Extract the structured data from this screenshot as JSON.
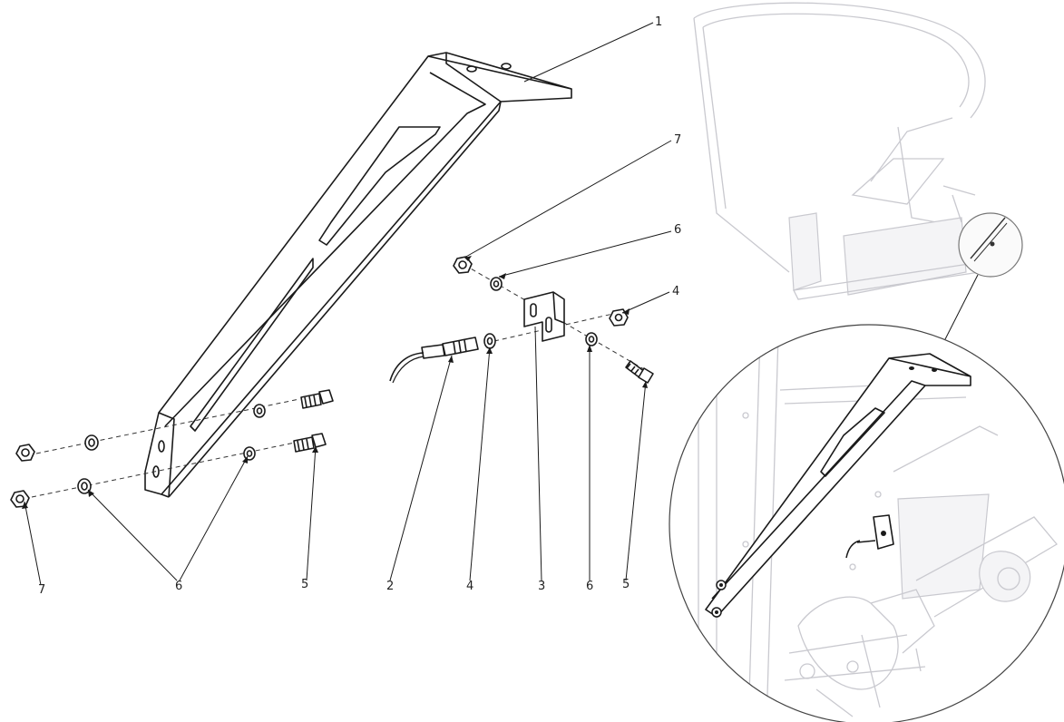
{
  "callouts": {
    "bracket": "1",
    "sensor": "2",
    "sensor_plate": "3",
    "nut_sensor_upper": "4",
    "nut_sensor_lower": "4",
    "bolt_left": "5",
    "bolt_right": "5",
    "washer_left": "6",
    "washer_right_upper": "6",
    "washer_right_lower": "6",
    "locknut_left": "7",
    "locknut_right": "7"
  },
  "colors": {
    "line": "#1a1a1a",
    "ghost": "#c9c9cf",
    "background": "#ffffff"
  }
}
